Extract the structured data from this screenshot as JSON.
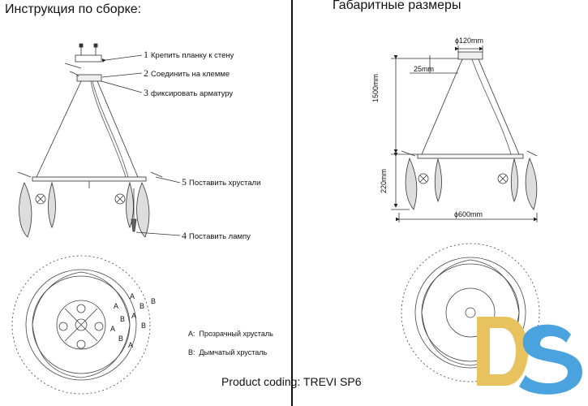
{
  "left_panel": {
    "title": "Инструкция по сборке:",
    "steps": [
      {
        "num": "1",
        "text": "Крепить планку к стену"
      },
      {
        "num": "2",
        "text": "Соединить на клемме"
      },
      {
        "num": "3",
        "text": "фиксировать арматуру"
      },
      {
        "num": "4",
        "text": "Поставить лампу"
      },
      {
        "num": "5",
        "text": "Поставить хрустали"
      }
    ],
    "crystal_letters": [
      "A",
      "B",
      "A",
      "B",
      "A",
      "B",
      "A",
      "B",
      "A",
      "B"
    ],
    "legend": [
      {
        "key": "A:",
        "text": "Прозрачный хрусталь"
      },
      {
        "key": "B:",
        "text": "Дымчатый хрусталь"
      }
    ]
  },
  "right_panel": {
    "title": "Габаритные размеры",
    "dimensions": {
      "canopy_diameter": "ϕ120mm",
      "canopy_height": "25mm",
      "suspension_length": "1500mm",
      "body_height": "220mm",
      "body_diameter": "ϕ600mm"
    }
  },
  "footer": {
    "product_code": "Product coding: TREVI SP6"
  },
  "logo": {
    "text": "DS",
    "colors": {
      "d": "#e9c260",
      "s": "#4aa3df"
    }
  }
}
